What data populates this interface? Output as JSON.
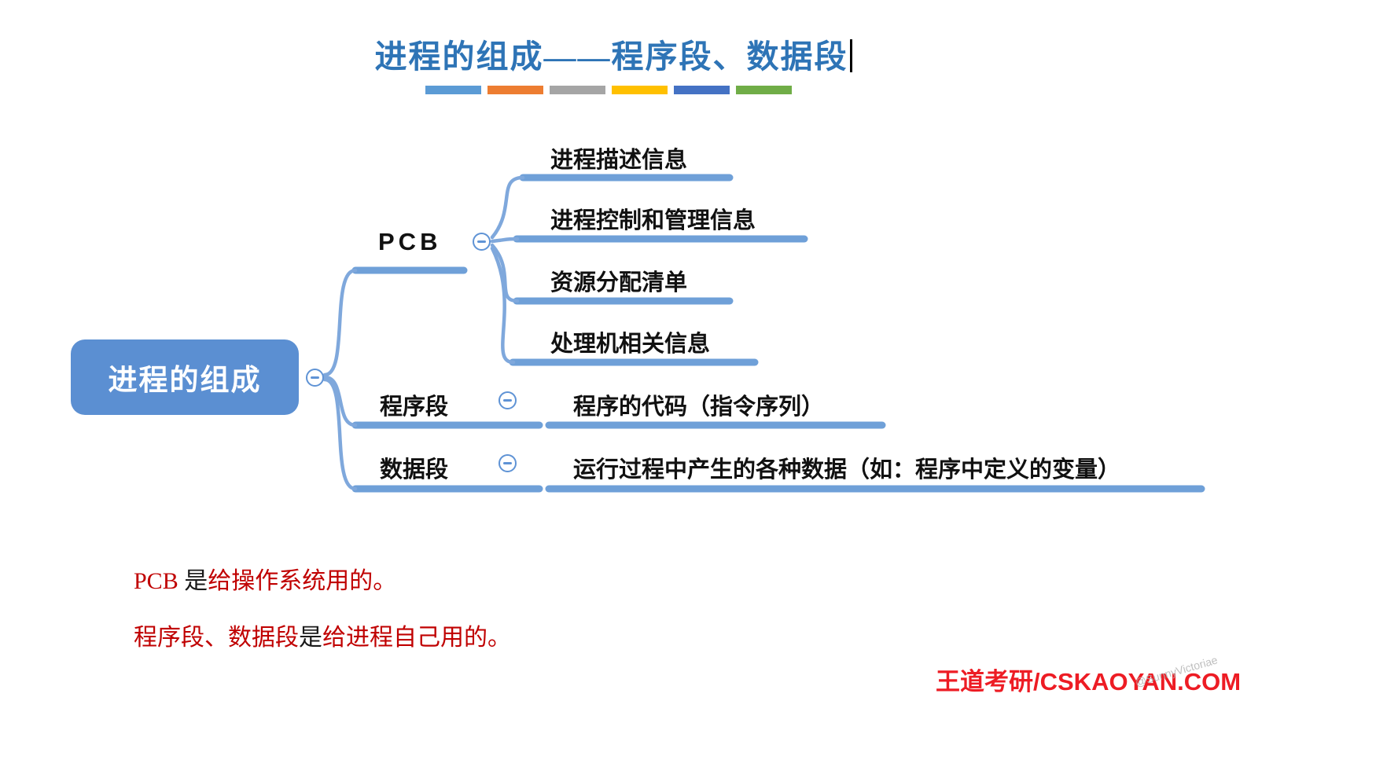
{
  "title": {
    "text": "进程的组成——程序段、数据段"
  },
  "accent_bars": [
    "#5B9BD5",
    "#ED7D31",
    "#A5A5A5",
    "#FFC000",
    "#4472C4",
    "#70AD47"
  ],
  "mindmap": {
    "root": {
      "label": "进程的组成"
    },
    "branches": [
      {
        "label": "PCB",
        "children": [
          {
            "label": "进程描述信息"
          },
          {
            "label": "进程控制和管理信息"
          },
          {
            "label": "资源分配清单"
          },
          {
            "label": "处理机相关信息"
          }
        ]
      },
      {
        "label": "程序段",
        "children": [
          {
            "label": "程序的代码（指令序列）"
          }
        ]
      },
      {
        "label": "数据段",
        "children": [
          {
            "label": "运行过程中产生的各种数据（如：程序中定义的变量）"
          }
        ]
      }
    ]
  },
  "notes": [
    {
      "segments": [
        {
          "text": "PCB ",
          "color": "#C00000"
        },
        {
          "text": "是",
          "color": "#1a1a1a"
        },
        {
          "text": "给操作系统用的。",
          "color": "#C00000"
        }
      ]
    },
    {
      "segments": [
        {
          "text": "程序段、数据段",
          "color": "#C00000"
        },
        {
          "text": "是",
          "color": "#1a1a1a"
        },
        {
          "text": "给进程自己用的。",
          "color": "#C00000"
        }
      ]
    }
  ],
  "footer": {
    "brand": "王道考研/CSKAOYAN.COM"
  },
  "watermark": "@SunnyVictoriae",
  "colors": {
    "title_blue": "#2E74B6",
    "root_fill": "#5B8FD2",
    "branch_line": "#6FA0D8",
    "note_red": "#C00000",
    "footer_red": "#ED1C24"
  }
}
